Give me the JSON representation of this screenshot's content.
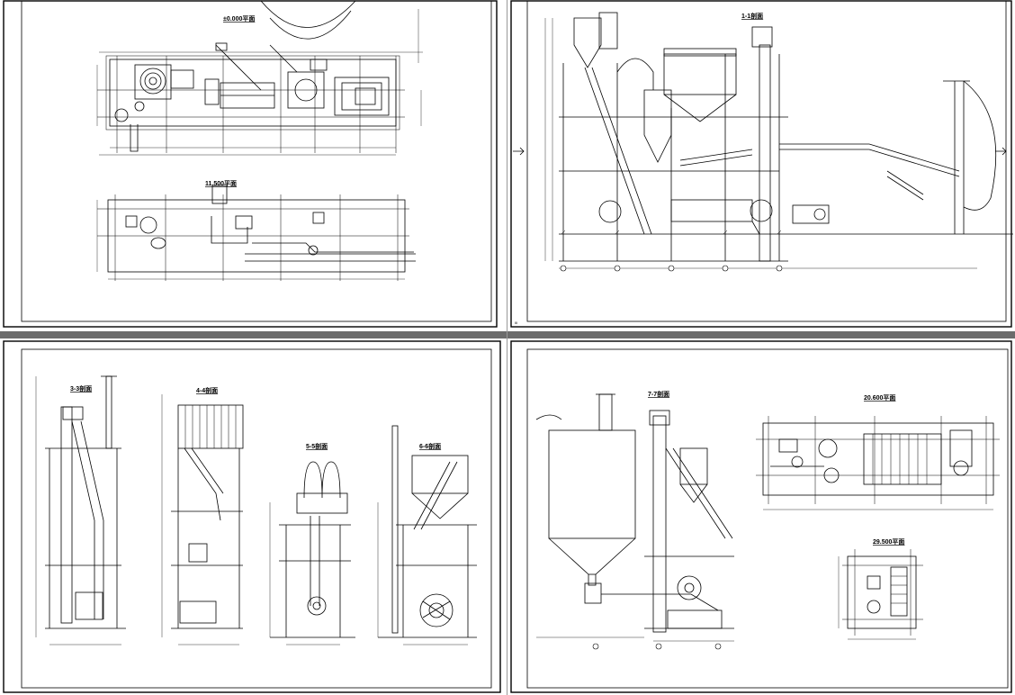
{
  "sheets": {
    "top_left": {
      "plan_ground": {
        "title": "±0.000平面"
      },
      "plan_11500": {
        "title": "11.500平面"
      }
    },
    "top_right": {
      "section_1_1": {
        "title": "1-1剖面"
      },
      "page_marker": "III"
    },
    "bottom_left": {
      "section_3_3": {
        "title": "3-3剖面"
      },
      "section_4_4": {
        "title": "4-4剖面"
      },
      "section_5_5": {
        "title": "5-5剖面"
      },
      "section_6_6": {
        "title": "6-6剖面"
      }
    },
    "bottom_right": {
      "section_7_7": {
        "title": "7-7剖面"
      },
      "plan_20600": {
        "title": "20.600平面"
      },
      "plan_29500": {
        "title": "29.500平面"
      }
    }
  },
  "colors": {
    "line": "#000000",
    "divider": "#6b6b6b",
    "paper": "#ffffff"
  }
}
